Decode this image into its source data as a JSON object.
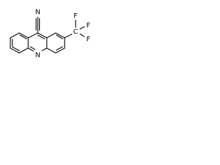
{
  "molecule": {
    "atoms": {
      "n_top": "N",
      "n_ring": "N",
      "c_cf3": "C",
      "f1": "F",
      "f2": "F",
      "f3": "F"
    }
  },
  "colors": {
    "bond": "#000000",
    "background": "#ffffff"
  }
}
